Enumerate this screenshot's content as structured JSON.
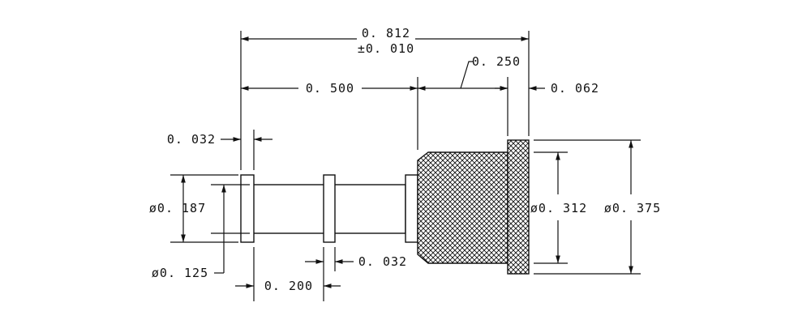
{
  "drawing": {
    "colors": {
      "ink": "#111111",
      "paper": "#ffffff"
    },
    "dimensions": {
      "overall_length": "0. 812",
      "overall_tolerance": "±0. 010",
      "length_to_body": "0. 500",
      "knurl_length": "0. 250",
      "flange_length": "0. 062",
      "collar_width": "0. 032",
      "collar_diameter": "ø0. 187",
      "shaft_diameter": "ø0. 125",
      "second_collar_width": "0. 032",
      "collar_spacing": "0. 200",
      "knurl_diameter": "ø0. 312",
      "flange_diameter": "ø0. 375"
    }
  }
}
